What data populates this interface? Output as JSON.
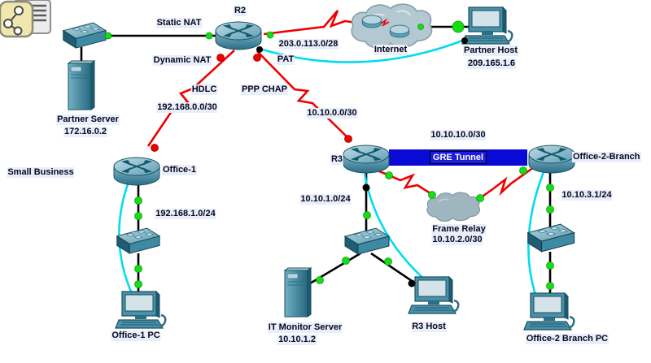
{
  "app": {
    "workspace": "Packet Tracer logical topology",
    "corner_icon": "cluster-icon"
  },
  "nodes": {
    "partner_server": {
      "name": "Partner Server",
      "ip": "172.16.0.2"
    },
    "partner_host": {
      "name": "Partner Host",
      "ip": "209.165.1.6"
    },
    "r2": {
      "name": "R2"
    },
    "internet": {
      "name": "Internet"
    },
    "office1": {
      "name": "Office-1"
    },
    "office1_pc": {
      "name": "Office-1 PC"
    },
    "r3": {
      "name": "R3"
    },
    "r3_host": {
      "name": "R3 Host"
    },
    "it_monitor_server": {
      "name": "IT Monitor Server",
      "ip": "10.10.1.2"
    },
    "office2_branch": {
      "name": "Office-2-Branch"
    },
    "office2_branch_pc": {
      "name": "Office-2 Branch PC"
    },
    "frame_relay": {
      "name": "Frame Relay"
    }
  },
  "annotations": {
    "static_nat": "Static NAT",
    "dynamic_nat": "Dynamic NAT",
    "pat": "PAT",
    "hdlc": "HDLC",
    "ppp_chap": "PPP CHAP",
    "gre_tunnel": "GRE Tunnel",
    "small_business": "Small Business"
  },
  "subnets": {
    "internet_link": "203.0.113.0/28",
    "hdlc_link": "192.168.0.0/30",
    "ppp_link": "10.10.0.0/30",
    "office1_lan": "192.168.1.0/24",
    "gre_tunnel": "10.10.10.0/30",
    "r3_lan": "10.10.1.0/24",
    "frame_relay": "10.10.2.0/30",
    "office2_lan": "10.10.3.1/24"
  },
  "colors": {
    "serial_link_red": "#ee0000",
    "ethernet_link_black": "#000000",
    "console_link_cyan": "#00dcf0",
    "status_up_green": "#17dd17",
    "status_down_red": "#ee0000",
    "status_none_black": "#000000",
    "gre_tunnel_blue": "#0a0ad6",
    "label_background": "#e9effa",
    "device_teal": "#3f8aa3"
  }
}
